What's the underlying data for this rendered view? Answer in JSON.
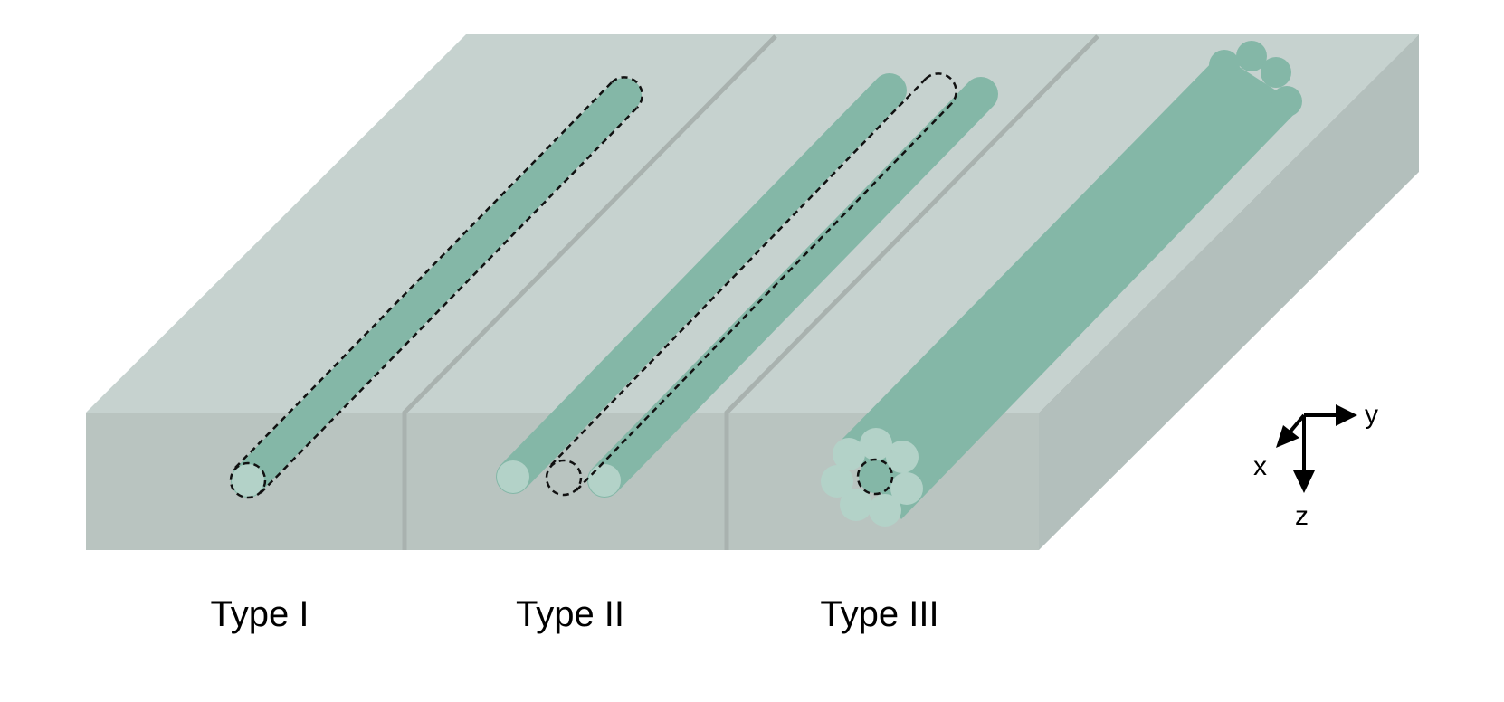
{
  "labels": {
    "type_1": "Type I",
    "type_2": "Type II",
    "type_3": "Type III"
  },
  "axes": {
    "x": "x",
    "y": "y",
    "z": "z"
  },
  "colors": {
    "block_top": "#c6d2cf",
    "block_front": "#b9c4c0",
    "block_side": "#b3bfbc",
    "divider": "#a9b2af",
    "waveguide": "#84b7a7",
    "waveguide_end": "#b3d2c8",
    "outline": "#111111"
  }
}
